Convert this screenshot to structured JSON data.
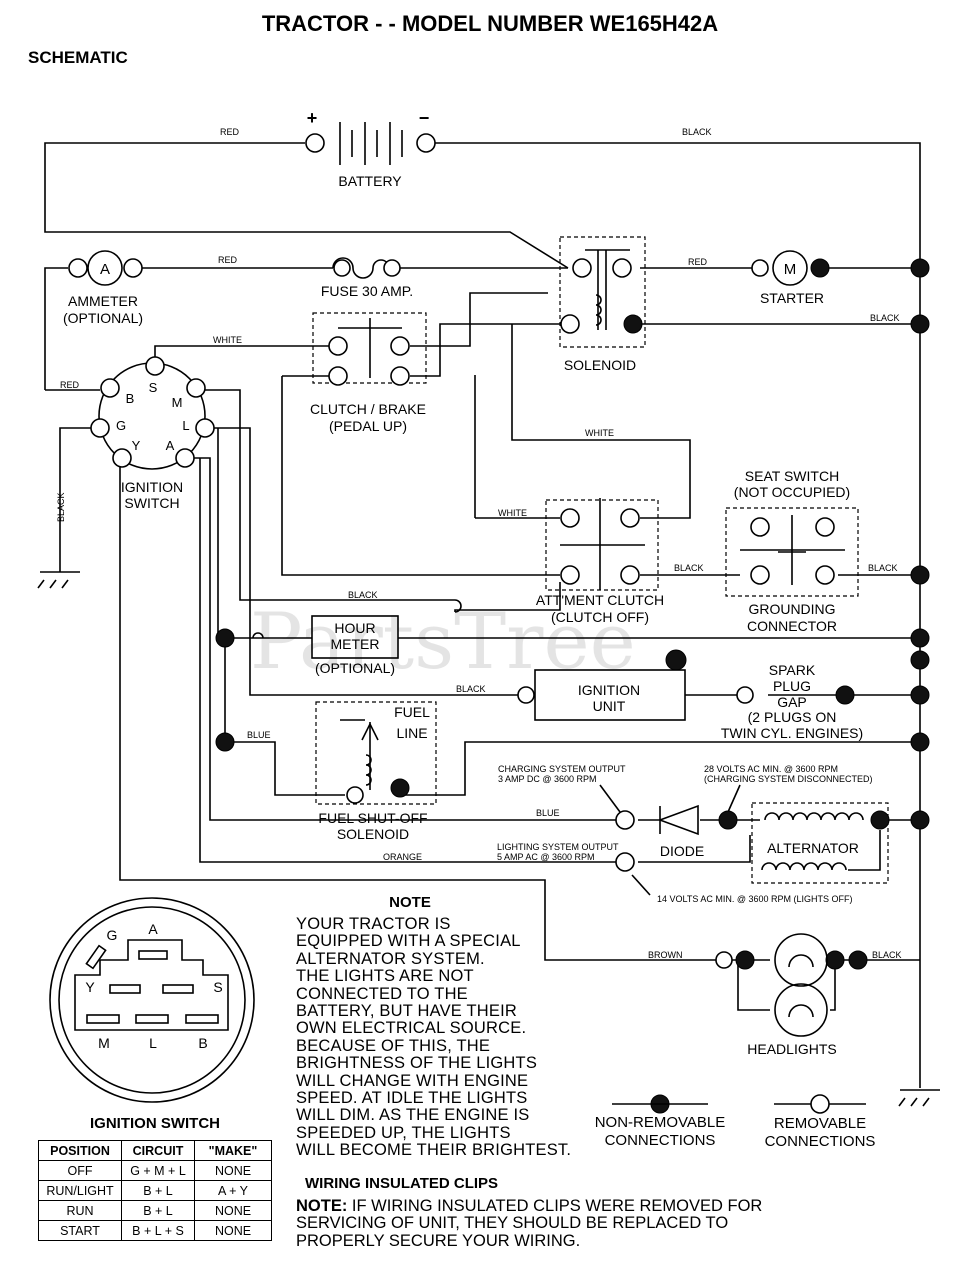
{
  "header": {
    "title": "TRACTOR - - MODEL NUMBER WE165H42A",
    "subtitle": "SCHEMATIC"
  },
  "watermark": "PartsTree",
  "components": {
    "battery": "BATTERY",
    "battery_plus": "+",
    "battery_minus": "−",
    "ammeter_symbol": "A",
    "ammeter_1": "AMMETER",
    "ammeter_2": "(OPTIONAL)",
    "fuse": "FUSE 30 AMP.",
    "starter_symbol": "M",
    "starter": "STARTER",
    "solenoid": "SOLENOID",
    "clutch_brake_1": "CLUTCH / BRAKE",
    "clutch_brake_2": "(PEDAL UP)",
    "ignition_switch_1": "IGNITION",
    "ignition_switch_2": "SWITCH",
    "seat_switch_1": "SEAT SWITCH",
    "seat_switch_2": "(NOT OCCUPIED)",
    "attment_clutch_1": "ATT'MENT CLUTCH",
    "attment_clutch_2": "(CLUTCH OFF)",
    "grounding_1": "GROUNDING",
    "grounding_2": "CONNECTOR",
    "hour_meter_1": "HOUR",
    "hour_meter_2": "METER",
    "hour_meter_3": "(OPTIONAL)",
    "ignition_unit_1": "IGNITION",
    "ignition_unit_2": "UNIT",
    "spark_1": "SPARK",
    "spark_2": "PLUG",
    "spark_3": "GAP",
    "spark_4": "(2 PLUGS ON",
    "spark_5": "TWIN CYL. ENGINES)",
    "fuel_line_1": "FUEL",
    "fuel_line_2": "LINE",
    "fuel_solenoid_1": "FUEL SHUT-OFF",
    "fuel_solenoid_2": "SOLENOID",
    "diode": "DIODE",
    "alternator": "ALTERNATOR",
    "headlights": "HEADLIGHTS"
  },
  "terminals": {
    "S": "S",
    "B": "B",
    "M": "M",
    "G": "G",
    "L": "L",
    "Y": "Y",
    "A": "A"
  },
  "wires": {
    "red": "RED",
    "black": "BLACK",
    "white": "WHITE",
    "blue": "BLUE",
    "orange": "ORANGE",
    "brown": "BROWN"
  },
  "annotations": {
    "charging_1": "CHARGING SYSTEM OUTPUT",
    "charging_2": "3 AMP DC @ 3600 RPM",
    "ac_1": "28 VOLTS AC MIN. @ 3600 RPM",
    "ac_2": "(CHARGING SYSTEM DISCONNECTED)",
    "lighting_1": "LIGHTING SYSTEM OUTPUT",
    "lighting_2": "5 AMP AC @ 3600 RPM",
    "lights_off": "14 VOLTS AC MIN. @ 3600 RPM (LIGHTS OFF)"
  },
  "note": {
    "heading": "NOTE",
    "lines": [
      "YOUR TRACTOR IS",
      "EQUIPPED WITH A SPECIAL",
      "ALTERNATOR SYSTEM.",
      "THE LIGHTS ARE NOT",
      "CONNECTED TO THE",
      "BATTERY, BUT HAVE THEIR",
      "OWN ELECTRICAL SOURCE.",
      "BECAUSE OF THIS, THE",
      "BRIGHTNESS OF THE LIGHTS",
      "WILL CHANGE WITH ENGINE",
      "SPEED.  AT IDLE THE LIGHTS",
      "WILL DIM.  AS THE ENGINE IS",
      "SPEEDED UP, THE LIGHTS",
      "WILL BECOME THEIR BRIGHTEST."
    ]
  },
  "legend": {
    "non_removable_1": "NON-REMOVABLE",
    "non_removable_2": "CONNECTIONS",
    "removable_1": "REMOVABLE",
    "removable_2": "CONNECTIONS"
  },
  "clips": {
    "heading": "WIRING INSULATED CLIPS",
    "note_label": "NOTE:",
    "line_1": " IF WIRING INSULATED CLIPS WERE REMOVED FOR",
    "line_2": "SERVICING OF UNIT, THEY SHOULD BE REPLACED TO",
    "line_3": "PROPERLY SECURE YOUR WIRING."
  },
  "ignition_table": {
    "title": "IGNITION SWITCH",
    "headers": [
      "POSITION",
      "CIRCUIT",
      "\"MAKE\""
    ],
    "rows": [
      [
        "OFF",
        "G + M + L",
        "NONE"
      ],
      [
        "RUN/LIGHT",
        "B + L",
        "A + Y"
      ],
      [
        "RUN",
        "B + L",
        "NONE"
      ],
      [
        "START",
        "B + L + S",
        "NONE"
      ]
    ]
  }
}
